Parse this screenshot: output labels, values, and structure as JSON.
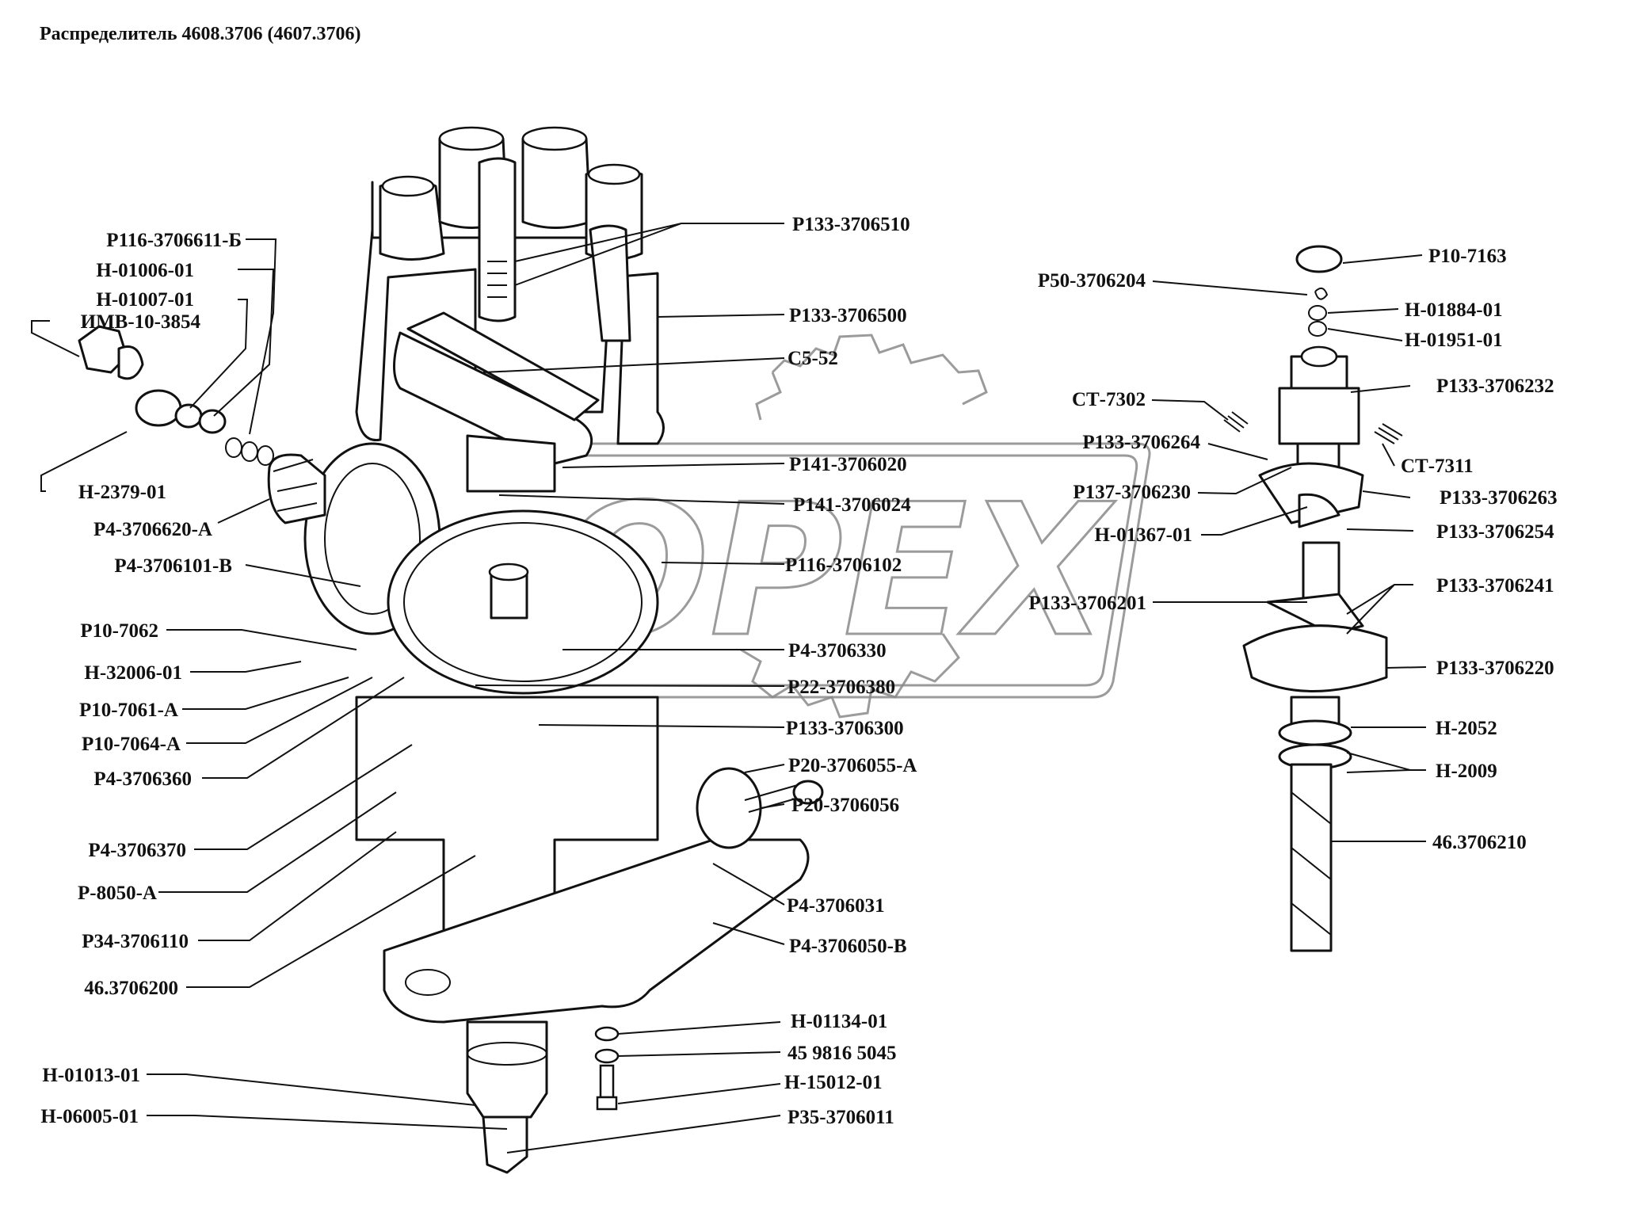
{
  "title": "Распределитель 4608.3706 (4607.3706)",
  "watermark": "OPEX",
  "labels": {
    "p116_3706611_b": "Р116-3706611-Б",
    "n_01006_01": "Н-01006-01",
    "n_01007_01": "Н-01007-01",
    "imv_10_3854": "ИМВ-10-3854",
    "n_2379_01": "Н-2379-01",
    "p4_3706620_a": "Р4-3706620-А",
    "p4_3706101_v": "Р4-3706101-В",
    "p10_7062": "Р10-7062",
    "n_32006_01": "Н-32006-01",
    "p10_7061_a": "Р10-7061-А",
    "p10_7064_a": "Р10-7064-А",
    "p4_3706360": "Р4-3706360",
    "p4_3706370": "Р4-3706370",
    "p_8050_a": "Р-8050-А",
    "p34_3706110": "Р34-3706110",
    "d46_3706200": "46.3706200",
    "n_01013_01": "Н-01013-01",
    "n_06005_01": "Н-06005-01",
    "p133_3706510": "Р133-3706510",
    "p133_3706500": "Р133-3706500",
    "c5_52": "С5-52",
    "p141_3706020": "Р141-3706020",
    "p141_3706024": "Р141-3706024",
    "p116_3706102": "Р116-3706102",
    "p4_3706330": "Р4-3706330",
    "p22_3706380": "Р22-3706380",
    "p133_3706300": "Р133-3706300",
    "p20_3706055_a": "Р20-3706055-А",
    "p20_3706056": "Р20-3706056",
    "p4_3706031": "Р4-3706031",
    "p4_3706050_v": "Р4-3706050-В",
    "n_01134_01": "Н-01134-01",
    "n45_9816_5045": "45 9816 5045",
    "n_15012_01": "Н-15012-01",
    "p35_3706011": "Р35-3706011",
    "p10_7163": "Р10-7163",
    "p50_3706204": "Р50-3706204",
    "n_01884_01": "Н-01884-01",
    "n_01951_01": "Н-01951-01",
    "p133_3706232": "Р133-3706232",
    "ct_7302": "СТ-7302",
    "p133_3706264": "Р133-3706264",
    "ct_7311": "СТ-7311",
    "p137_3706230": "Р137-3706230",
    "p133_3706263": "Р133-3706263",
    "n_01367_01": "Н-01367-01",
    "p133_3706254": "Р133-3706254",
    "p133_3706201": "Р133-3706201",
    "p133_3706241": "Р133-3706241",
    "p133_3706220": "Р133-3706220",
    "n_2052": "Н-2052",
    "n_2009": "Н-2009",
    "d46_3706210": "46.3706210"
  }
}
